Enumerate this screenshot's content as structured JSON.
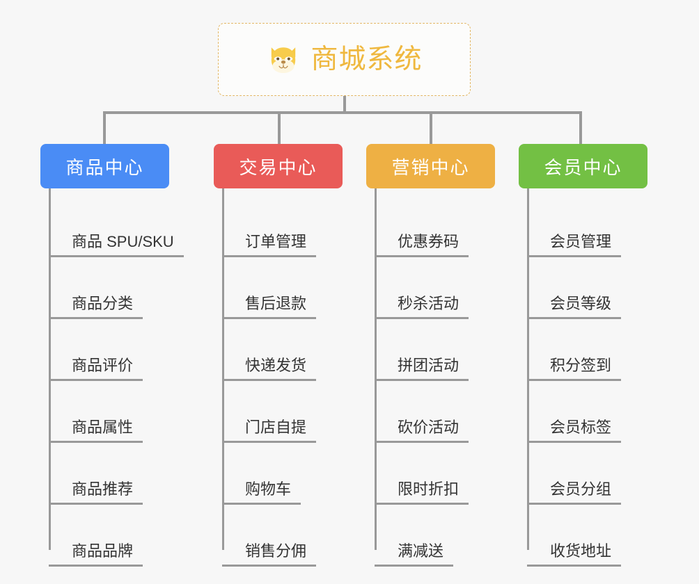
{
  "diagram": {
    "type": "mind-map",
    "background_color": "#f7f7f7",
    "connector_color": "#999999"
  },
  "root": {
    "title": "商城系统",
    "icon": "dog-face-emoji",
    "border_color": "#e3b765",
    "text_color": "#efb83f"
  },
  "categories": [
    {
      "label": "商品中心",
      "color": "#4a8cf5",
      "items": [
        {
          "label": "商品 SPU/SKU"
        },
        {
          "label": "商品分类"
        },
        {
          "label": "商品评价"
        },
        {
          "label": "商品属性"
        },
        {
          "label": "商品推荐"
        },
        {
          "label": "商品品牌"
        }
      ]
    },
    {
      "label": "交易中心",
      "color": "#e95b58",
      "items": [
        {
          "label": "订单管理"
        },
        {
          "label": "售后退款"
        },
        {
          "label": "快递发货"
        },
        {
          "label": "门店自提"
        },
        {
          "label": "购物车"
        },
        {
          "label": "销售分佣"
        }
      ]
    },
    {
      "label": "营销中心",
      "color": "#eeb044",
      "items": [
        {
          "label": "优惠券码"
        },
        {
          "label": "秒杀活动"
        },
        {
          "label": "拼团活动"
        },
        {
          "label": "砍价活动"
        },
        {
          "label": "限时折扣"
        },
        {
          "label": "满减送"
        }
      ]
    },
    {
      "label": "会员中心",
      "color": "#73c044",
      "items": [
        {
          "label": "会员管理"
        },
        {
          "label": "会员等级"
        },
        {
          "label": "积分签到"
        },
        {
          "label": "会员标签"
        },
        {
          "label": "会员分组"
        },
        {
          "label": "收货地址"
        }
      ]
    }
  ]
}
